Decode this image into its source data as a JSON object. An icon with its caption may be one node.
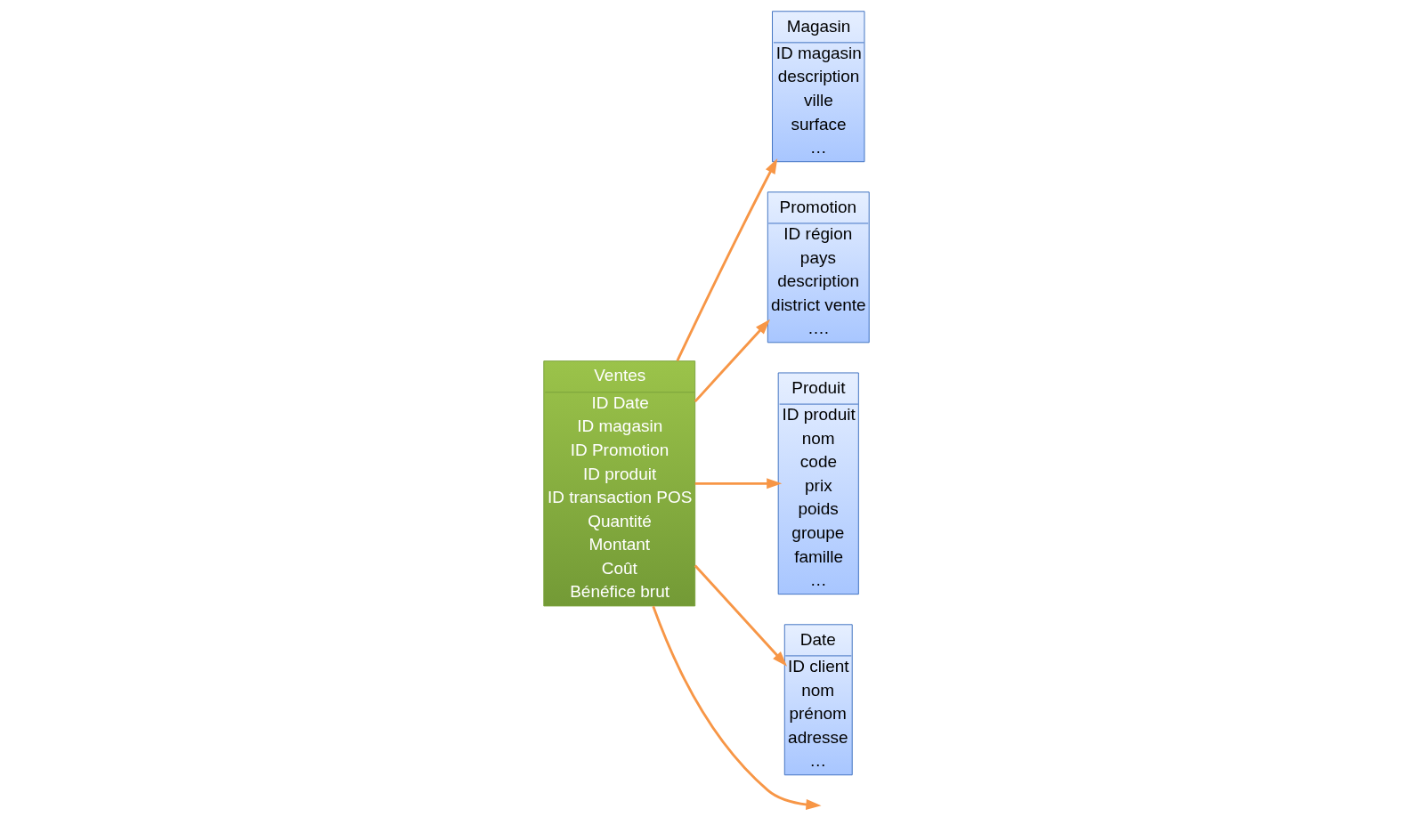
{
  "diagram": {
    "nodes": [
      {
        "text": [
          "Ventes",
          "ID Date",
          "ID magasin",
          "ID Promotion",
          "ID produit",
          "ID transaction POS",
          "Quantité",
          "Montant",
          "Coût",
          "Bénéfice brut"
        ]
      },
      {
        "text": [
          "Magasin",
          "ID magasin",
          "description",
          "ville",
          "surface",
          "…"
        ]
      },
      {
        "text": [
          "Promotion",
          "ID région",
          "pays",
          "description",
          "district vente",
          "…."
        ]
      },
      {
        "text": [
          "Produit",
          "ID produit",
          "nom",
          "code",
          "prix",
          "poids",
          "groupe",
          "famille",
          "…"
        ]
      },
      {
        "text": [
          "Date",
          "ID client",
          "nom",
          "prénom",
          "adresse",
          "…"
        ]
      }
    ],
    "edges": [
      {
        "from": 0,
        "to": null,
        "arrow": "to"
      },
      {
        "from": 0,
        "to": 1,
        "arrow": "to"
      },
      {
        "from": 0,
        "to": 2,
        "arrow": "to"
      },
      {
        "from": 0,
        "to": 3,
        "arrow": "to"
      },
      {
        "from": 0,
        "to": 4,
        "arrow": "to"
      }
    ]
  }
}
